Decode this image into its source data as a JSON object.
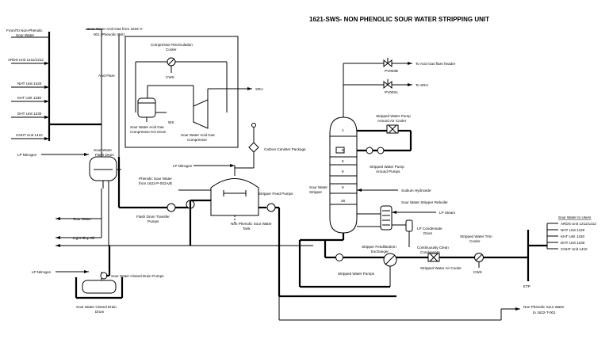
{
  "title": "1621-SWS- NON PHENOLIC SOUR WATER STRIPPING UNIT",
  "labels": {
    "from_non_phenolic": [
      "From/To Non-Phenolic",
      "Sour Water"
    ],
    "ards_unit": "ARDS Unit 1211/1212",
    "nht_unit": "NHT Unit 1420",
    "kht_unit": "KHT Unit 1230",
    "dht_unit": "DHT Unit 1230",
    "cnht_unit": "CNHT Unit 1410",
    "lp_nitrogen_left": "LP Nitrogen",
    "sour_water_out": "Sour Water",
    "light_slop_oil": "Light Slop Oil",
    "lp_nitrogen_bottom": "LP Nitrogen",
    "sour_water_acid_gas_from": [
      "Sour Water Acid Gas from 1622-V-",
      "001 (Phenolic Unit)"
    ],
    "acid_flare": "Acid Flare",
    "compressor_recirc_cooler": [
      "Compressor Recirculation",
      "Cooler"
    ],
    "cws_top": "CWS",
    "ko_drum": [
      "Sour Water Acid Gas",
      "Compressor KO Drum"
    ],
    "ws": "WS",
    "compressor": [
      "Sour Water Acid Gas",
      "Compressor"
    ],
    "sru": "SRU",
    "flash_drum": [
      "Sour Water",
      "Flash Drum"
    ],
    "carbon_canister": "Carbon Canister Package",
    "lp_nitrogen_tank": "LP Nitrogen",
    "phenolic_sour_water": [
      "Phenolic Sour Water",
      "from 1622-P-002A/B"
    ],
    "flash_drum_pumps": [
      "Flash Drum Transfer",
      "Pumps"
    ],
    "stripper_feed_pumps": "Stripper Feed Pumps",
    "np_tank": [
      "Non Phenolic Sour Water",
      "Tank"
    ],
    "closed_drain_pumps": "Sour Water Closed Drain Pumps",
    "closed_drain_drum": [
      "Sour Water Closed Drain",
      "Drum"
    ],
    "pv003b": "PV003B",
    "pv003a": "PV003A",
    "to_acid_gas_flare": "To Acid Gas flare header",
    "to_sru": "To SRU",
    "air_cooler_top": [
      "Stripped Water Pump",
      "Around Air Cooler"
    ],
    "pump_around_pumps": [
      "Stripped Water Pump",
      "Around Pumps"
    ],
    "stripper": [
      "Sour Water",
      "Stripper"
    ],
    "sodium_hydroxide": "Sodium Hydroxide",
    "reboiler": "Sour Water Stripper Reboiler",
    "lp_steam": "LP Steam",
    "lp_condensate": [
      "LP Condensate",
      "Drum"
    ],
    "continuous_clean": [
      "Continuously Clean",
      "Condensate"
    ],
    "feed_bottom_exch": [
      "Stripper Feed/Bottom",
      "Exchanger"
    ],
    "stripped_water_pumps": "Stripped Water Pumps",
    "stripped_air_cooler": "Stripped Water Air Cooler",
    "trim_cooler": [
      "Stripped Water Trim",
      "Cooler"
    ],
    "cws_bottom": "CWS",
    "etp": "ETP",
    "to_users_title": "Sour Water to Users",
    "to_users": [
      "ARDS Unit 1211/1212",
      "NHT Unit 1420",
      "KHT Unit 1230",
      "DHT Unit 1230",
      "CNHT Unit 1410"
    ],
    "to_1622": [
      "Non Phenolic Sour Water",
      "to 1622-T-001"
    ],
    "tray_1": "1",
    "tray_5": "5",
    "tray_6": "6",
    "tray_8": "8",
    "tray_9": "9",
    "tray_28": "28"
  }
}
